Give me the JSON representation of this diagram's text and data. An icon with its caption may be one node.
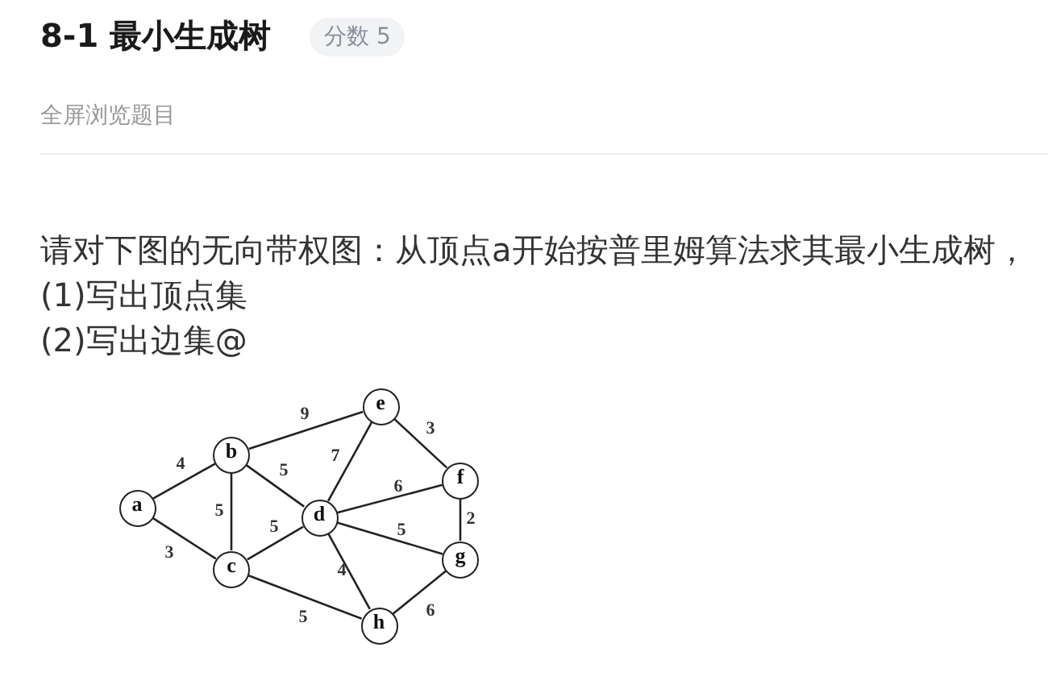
{
  "diagram": {
    "title": "8-1 最小生成树",
    "nodes": [
      {
        "text": [
          "a"
        ]
      },
      {
        "text": [
          "b"
        ]
      },
      {
        "text": [
          "c"
        ]
      },
      {
        "text": [
          "d"
        ]
      },
      {
        "text": [
          "e"
        ]
      },
      {
        "text": [
          "f"
        ]
      },
      {
        "text": [
          "g"
        ]
      },
      {
        "text": [
          "h"
        ]
      }
    ],
    "edges": [
      {
        "from": 0,
        "to": 1,
        "arrow": "none",
        "label": "4"
      },
      {
        "from": 0,
        "to": 2,
        "arrow": "none",
        "label": "3"
      },
      {
        "from": 1,
        "to": 2,
        "arrow": "none",
        "label": "5"
      },
      {
        "from": 1,
        "to": 3,
        "arrow": "none",
        "label": "5"
      },
      {
        "from": 1,
        "to": 4,
        "arrow": "none",
        "label": "9"
      },
      {
        "from": 2,
        "to": 3,
        "arrow": "none",
        "label": "5"
      },
      {
        "from": 2,
        "to": 7,
        "arrow": "none",
        "label": "5"
      },
      {
        "from": 3,
        "to": 4,
        "arrow": "none",
        "label": "7"
      },
      {
        "from": 3,
        "to": 5,
        "arrow": "none",
        "label": "6"
      },
      {
        "from": 3,
        "to": 6,
        "arrow": "none",
        "label": "5"
      },
      {
        "from": 3,
        "to": 7,
        "arrow": "none",
        "label": "4"
      },
      {
        "from": 4,
        "to": 5,
        "arrow": "none",
        "label": "3"
      },
      {
        "from": 5,
        "to": 6,
        "arrow": "none",
        "label": "2"
      },
      {
        "from": 6,
        "to": 7,
        "arrow": "none",
        "label": "6"
      }
    ],
    "labels": [
      "分数 5",
      "全屏浏览题目",
      "请对下图的无向带权图：从顶点a开始按普里姆算法求其最小生成树，",
      "(1)写出顶点集",
      "(2)写出边集@"
    ]
  }
}
